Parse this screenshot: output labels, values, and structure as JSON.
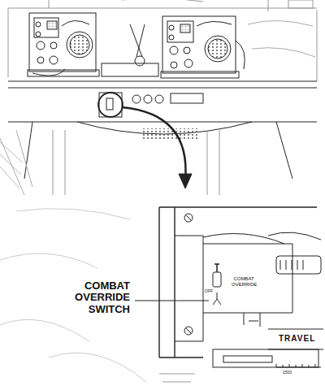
{
  "diagram": {
    "labels": [
      "COMBAT OVERRIDE SWITCH",
      "COMBAT OVERRIDE",
      "OFF",
      "TRAVEL",
      "1500"
    ]
  }
}
